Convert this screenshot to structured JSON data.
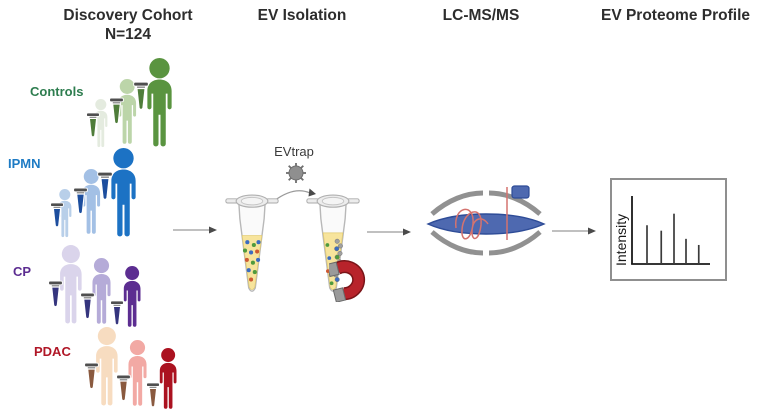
{
  "titles": {
    "cohort_line1": "Discovery Cohort",
    "cohort_line2": "N=124",
    "isolation": "EV Isolation",
    "lcms": "LC-MS/MS",
    "profile": "EV Proteome Profile"
  },
  "isolation": {
    "evtrap_label": "EVtrap"
  },
  "cohort_groups": [
    {
      "label": "Controls",
      "label_color": "#2e7d4f",
      "person_colors": [
        "#e4ebdf",
        "#bcd5a9",
        "#5a9440"
      ],
      "tube_liquid_color": "#4f7d3a",
      "arrangement": "ascending"
    },
    {
      "label": "IPMN",
      "label_color": "#1e7bc4",
      "person_colors": [
        "#b8cfe9",
        "#a3c0e5",
        "#1c72c4"
      ],
      "tube_liquid_color": "#1d4e9e",
      "arrangement": "ascending"
    },
    {
      "label": "CP",
      "label_color": "#5c2d91",
      "person_colors": [
        "#dad4eb",
        "#b5abd8",
        "#5c2d91"
      ],
      "tube_liquid_color": "#35357e",
      "arrangement": "descending"
    },
    {
      "label": "PDAC",
      "label_color": "#b01727",
      "person_colors": [
        "#f7dcc0",
        "#f2a9a4",
        "#ab1220"
      ],
      "tube_liquid_color": "#8a5a3f",
      "arrangement": "descending"
    }
  ],
  "chart_data": {
    "type": "bar",
    "title": "",
    "xlabel": "",
    "ylabel": "Intensity",
    "x_rel": [
      0.2,
      0.39,
      0.56,
      0.72,
      0.89
    ],
    "values_rel": [
      0.57,
      0.49,
      0.74,
      0.37,
      0.28
    ],
    "grid": false,
    "legend": false
  },
  "colors": {
    "tube_liquid_yellow": "#f7e49c",
    "ev_dot_blue": "#3b6cc0",
    "ev_dot_green": "#4f9a3d",
    "ev_dot_red": "#cc5a33",
    "magnet_red": "#b8232b",
    "bead_gray": "#a0a0a0",
    "ms_blue": "#4e69b0",
    "ms_arc_gray": "#919191",
    "ms_trace_red": "#d4736f",
    "arrow_gray": "#9a9a9a"
  }
}
